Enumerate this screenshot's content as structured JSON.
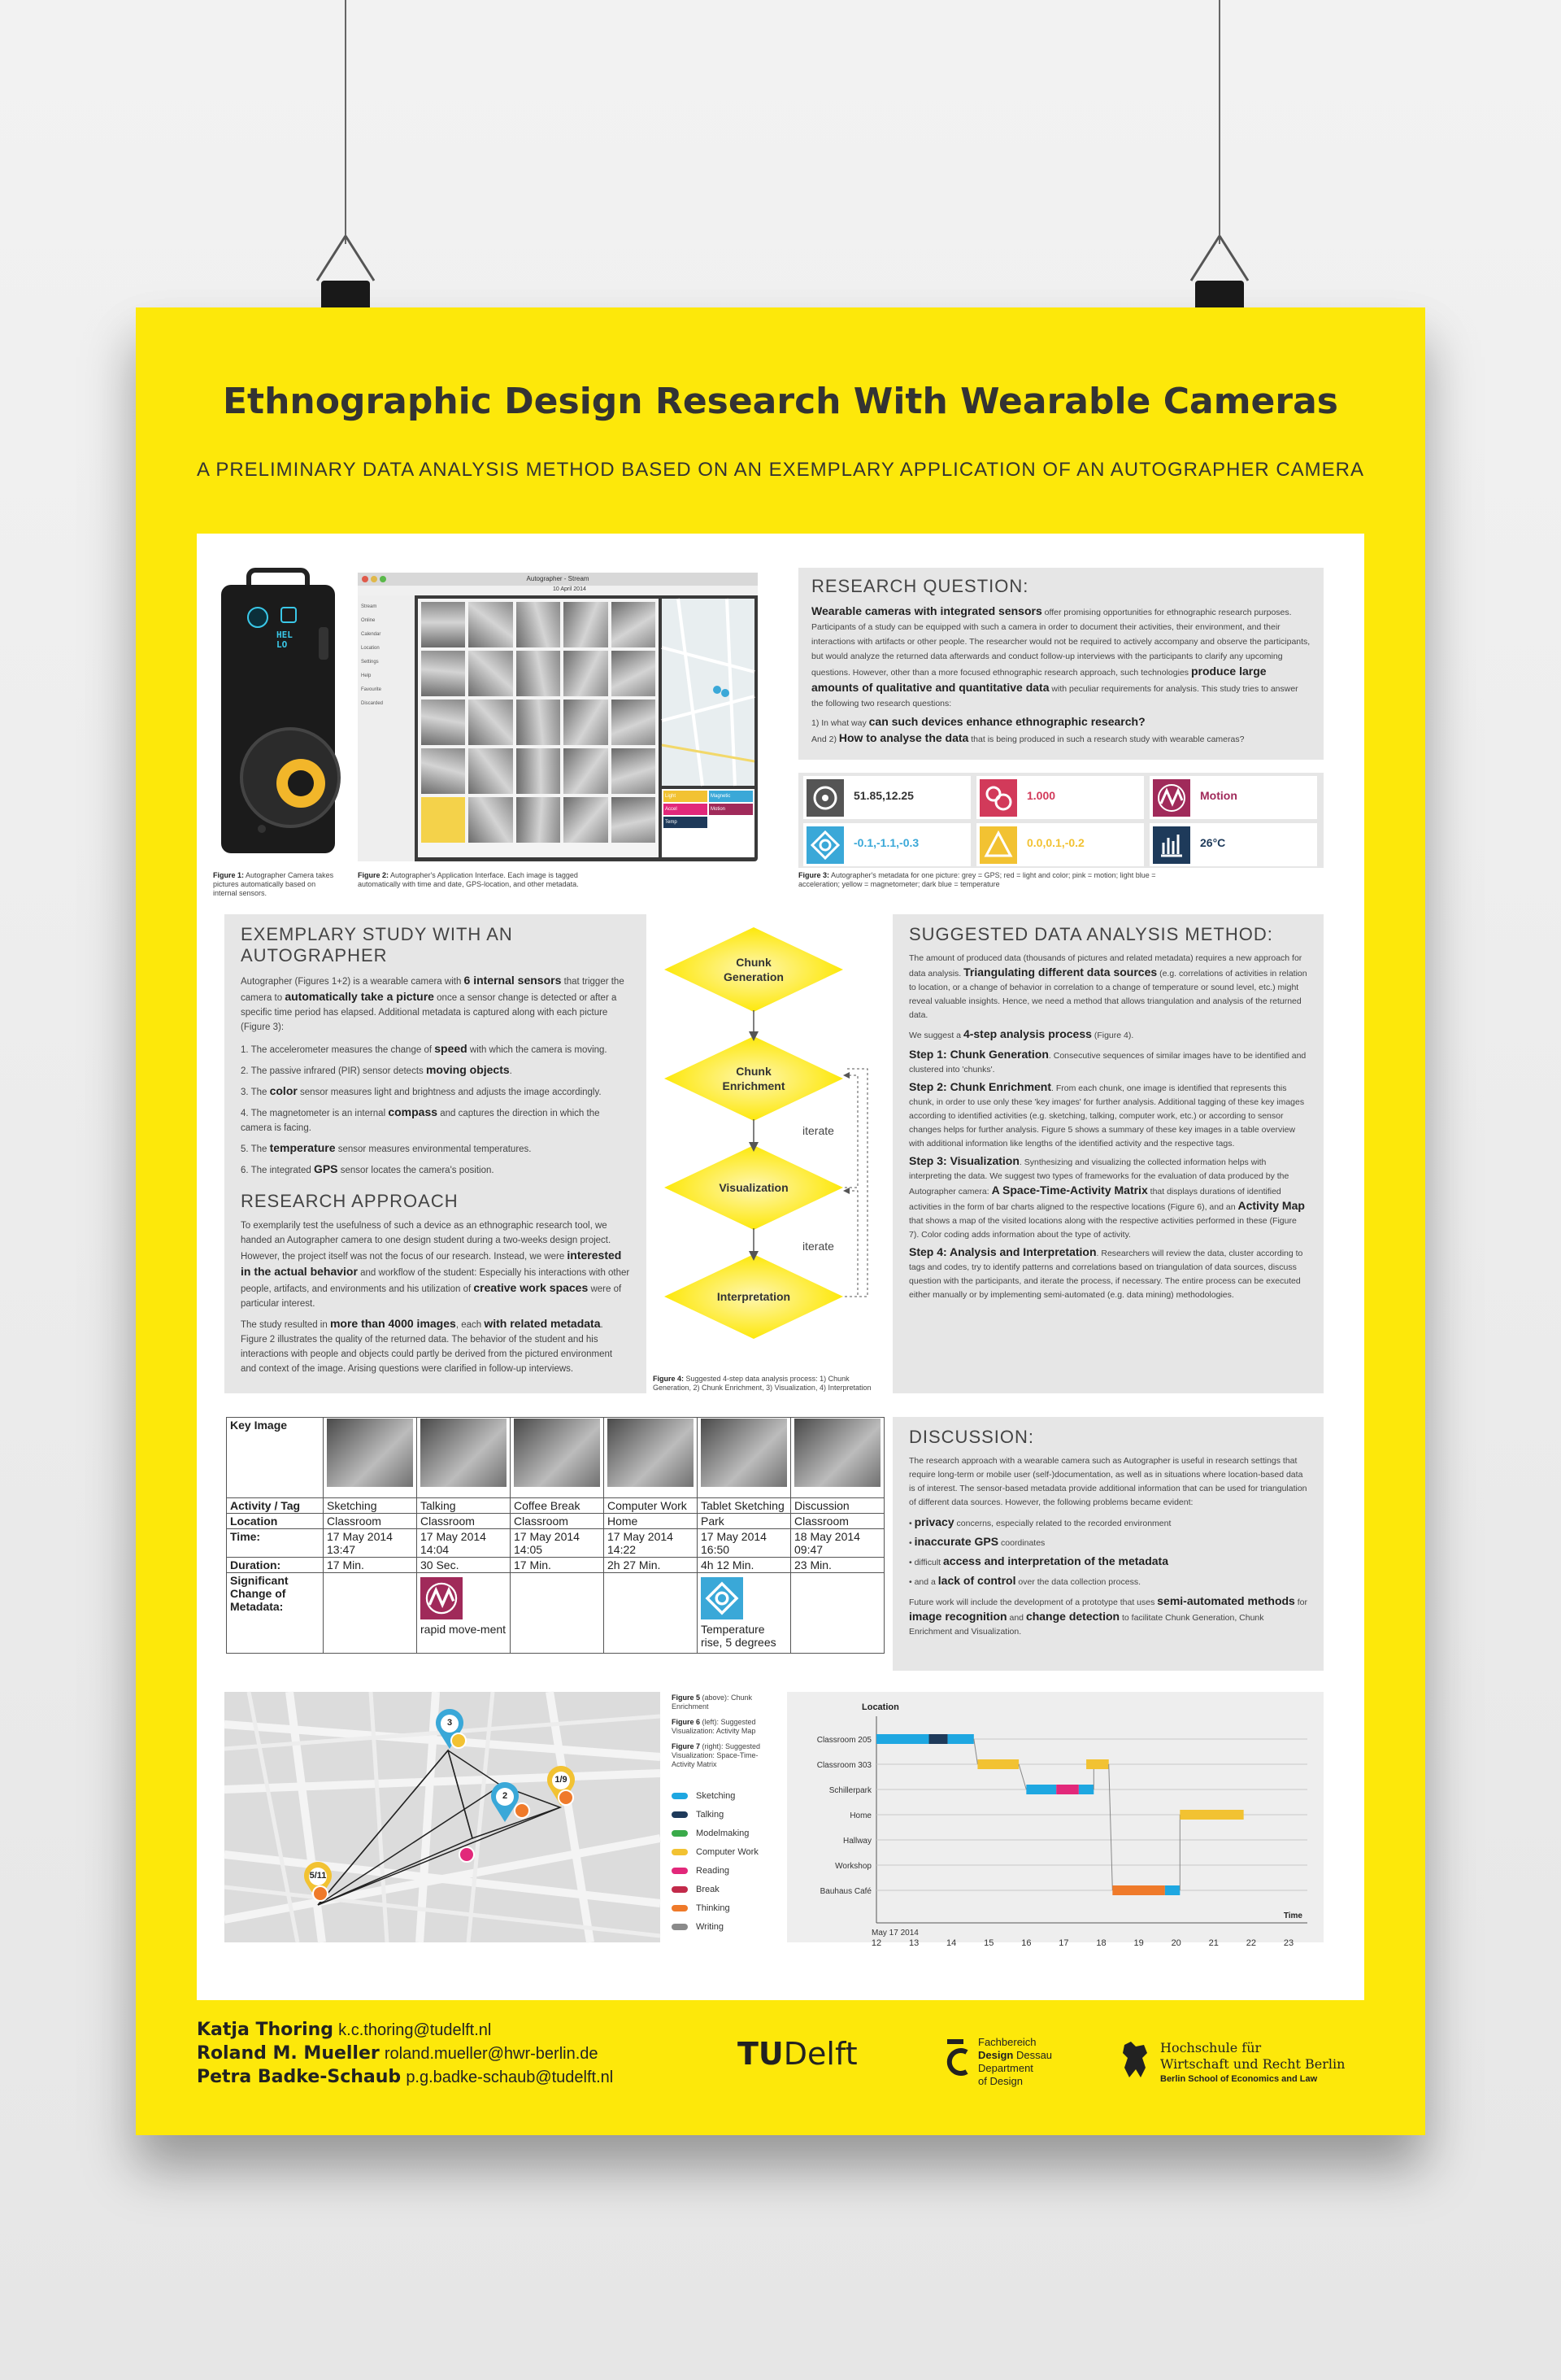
{
  "poster": {
    "title": "Ethnographic Design Research With Wearable Cameras",
    "subtitle": "A PRELIMINARY DATA ANALYSIS METHOD BASED ON AN EXEMPLARY APPLICATION OF AN AUTOGRAPHER CAMERA"
  },
  "fig1": {
    "caption_bold": "Figure 1:",
    "caption": " Autographer Camera takes pictures automatically based on internal sensors.",
    "device_text": "HEL LO"
  },
  "fig2": {
    "caption_bold": "Figure 2:",
    "caption": " Autographer's Application Interface. Each image is tagged automatically with time and date, GPS-location, and other metadata.",
    "window_title": "Autographer - Stream",
    "date_label": "10 April 2014",
    "sidebar": [
      "Stream",
      "Online",
      "Calendar",
      "Location",
      "Settings",
      "Help",
      "Favourite",
      "Discarded"
    ],
    "panel_rows": [
      "Light",
      "Magnetic",
      "Accel",
      "Motion",
      "Temp"
    ]
  },
  "research_question": {
    "heading": "RESEARCH QUESTION:",
    "p1_bold": "Wearable cameras with integrated sensors",
    "p1": " offer promising opportunities for ethnographic research purposes. Participants of a study can be equipped with such a camera in order to document their activities, their environment, and their interactions with artifacts or other people. The researcher would not be required to actively accompany and observe the participants, but would analyze the returned data afterwards and conduct follow-up interviews with the participants to clarify any upcoming questions. However, other than a more focused ethnographic research approach, such technologies ",
    "p1_bold2": "produce large amounts of qualitative and quantitative data",
    "p1_end": " with peculiar requirements for analysis. This study tries to answer the following two research questions:",
    "q1_pre": "1) In what way ",
    "q1_bold": "can such devices enhance ethnographic research?",
    "q2_pre": "And 2) ",
    "q2_bold": "How to analyse the data",
    "q2_end": " that is being produced in such a research study with wearable cameras?"
  },
  "metadata": {
    "items": [
      {
        "icon": "gps-icon",
        "value": "51.85,12.25",
        "color": "#555555"
      },
      {
        "icon": "light-icon",
        "value": "1.000",
        "color": "#d23a5a"
      },
      {
        "icon": "motion-icon",
        "value": "Motion",
        "color": "#a02a5a"
      },
      {
        "icon": "acceleration-icon",
        "value": "-0.1,-1.1,-0.3",
        "color": "#3aa8d8"
      },
      {
        "icon": "magnetometer-icon",
        "value": "0.0,0.1,-0.2",
        "color": "#f2c232"
      },
      {
        "icon": "temperature-icon",
        "value": "26°C",
        "color": "#1e3a5a"
      }
    ],
    "caption_bold": "Figure 3:",
    "caption": " Autographer's metadata for one picture: grey = GPS; red = light and color; pink = motion; light blue = acceleration; yellow = magnetometer; dark blue = temperature"
  },
  "study": {
    "heading": "EXEMPLARY STUDY WITH AN AUTOGRAPHER",
    "intro_a": "Autographer (Figures 1+2) is a wearable camera with ",
    "intro_b": "6 internal sensors",
    "intro_c": " that trigger the camera to ",
    "intro_d": "automatically take a picture",
    "intro_e": " once a sensor change is detected or after a specific time period has elapsed. Additional metadata is captured along with each picture (Figure 3):",
    "items": [
      {
        "pre": "1. The accelerometer measures the change of ",
        "bold": "speed",
        "post": " with which the camera is moving."
      },
      {
        "pre": "2. The passive infrared (PIR) sensor detects ",
        "bold": "moving objects",
        "post": "."
      },
      {
        "pre": "3. The ",
        "bold": "color",
        "post": " sensor measures light and brightness and adjusts the image accordingly."
      },
      {
        "pre": "4. The magnetometer is an internal ",
        "bold": "compass",
        "post": " and captures the direction in which the camera is facing."
      },
      {
        "pre": "5. The ",
        "bold": "temperature",
        "post": " sensor measures environmental temperatures."
      },
      {
        "pre": "6. The integrated ",
        "bold": "GPS",
        "post": " sensor locates the camera's position."
      }
    ]
  },
  "approach": {
    "heading": "RESEARCH APPROACH",
    "p1_a": "To exemplarily test the usefulness of such a device as an ethnographic research tool, we handed an Autographer camera to one design student during a two-weeks design project. However, the project itself was not the focus of our research. Instead, we were ",
    "p1_b": "interested in the actual behavior",
    "p1_c": " and workflow of the student: Especially his interactions with other people, artifacts, and environments and his utilization of ",
    "p1_d": "creative work spaces",
    "p1_e": " were of particular interest.",
    "p2_a": "The study resulted in ",
    "p2_b": "more than 4000 images",
    "p2_c": ", each ",
    "p2_d": "with related metadata",
    "p2_e": ". Figure 2 illustrates the quality of the returned data. The behavior of the student and his interactions with people and objects could partly be derived from the pictured environment and context of the image. Arising questions were clarified in follow-up interviews."
  },
  "process": {
    "steps": [
      "Chunk\nGeneration",
      "Chunk\nEnrichment",
      "Visualization",
      "Interpretation"
    ],
    "iterate_label": "iterate",
    "caption_bold": "Figure 4:",
    "caption": " Suggested 4-step data analysis process: 1) Chunk Generation, 2) Chunk Enrichment, 3) Visualization, 4) Interpretation"
  },
  "method": {
    "heading": "SUGGESTED DATA ANALYSIS METHOD:",
    "p1_a": "The amount of produced data (thousands of pictures and related metadata) requires a new approach for data analysis. ",
    "p1_b": "Triangulating different data sources",
    "p1_c": " (e.g. correlations of activities in relation to location, or a change of behavior in correlation to a change of temperature or sound level, etc.) might reveal valuable insights. Hence, we need a method that allows triangulation and analysis of the returned data.",
    "p2_a": "We suggest a ",
    "p2_b": "4-step analysis process",
    "p2_c": " (Figure 4).",
    "s1_b": "Step 1: Chunk Generation",
    "s1": ". Consecutive sequences of similar images have to be identified and clustered into 'chunks'.",
    "s2_b": "Step 2: Chunk Enrichment",
    "s2": ". From each chunk, one image is identified that represents this chunk, in order to use only these 'key images' for further analysis. Additional tagging of these key images according to identified activities (e.g. sketching, talking, computer work, etc.) or according to sensor changes helps for further analysis. Figure 5 shows a summary of these key images in a table overview with additional information like lengths of the identified activity and the respective tags.",
    "s3_b": "Step 3: Visualization",
    "s3_a": ". Synthesizing and visualizing the collected information helps with interpreting the data. We suggest two types of frameworks for the evaluation of data produced by the Autographer camera: ",
    "s3_b2": "A Space-Time-Activity Matrix",
    "s3_c": " that displays durations of identified activities in the form of bar charts aligned to the respective locations (Figure 6), and an ",
    "s3_b3": "Activity Map",
    "s3_d": " that shows a map of the visited locations along with the respective activities performed in these (Figure 7). Color coding adds information about the type of activity.",
    "s4_b": "Step 4: Analysis and Interpretation",
    "s4": ". Researchers will review the data, cluster according to tags and codes, try to identify patterns and correlations based on triangulation of data sources, discuss question with the participants, and iterate the process, if necessary. The entire process can be executed either manually or by implementing semi-automated (e.g. data mining) methodologies."
  },
  "key_table": {
    "headers": {
      "key_image": "Key Image",
      "activity": "Activity / Tag",
      "location": "Location",
      "time": "Time:",
      "duration": "Duration:",
      "significant": "Significant Change of Metadata:"
    },
    "columns": [
      {
        "activity": "Sketching",
        "location": "Classroom",
        "time": "17 May 2014 13:47",
        "duration": "17 Min.",
        "change": ""
      },
      {
        "activity": "Talking",
        "location": "Classroom",
        "time": "17 May 2014 14:04",
        "duration": "30 Sec.",
        "change": "rapid move-ment"
      },
      {
        "activity": "Coffee Break",
        "location": "Classroom",
        "time": "17 May 2014 14:05",
        "duration": "17 Min.",
        "change": ""
      },
      {
        "activity": "Computer Work",
        "location": "Home",
        "time": "17 May 2014 14:22",
        "duration": "2h 27 Min.",
        "change": ""
      },
      {
        "activity": "Tablet Sketching",
        "location": "Park",
        "time": "17 May 2014 16:50",
        "duration": "4h 12 Min.",
        "change": "Temperature rise, 5 degrees"
      },
      {
        "activity": "Discussion",
        "location": "Classroom",
        "time": "18 May 2014 09:47",
        "duration": "23 Min.",
        "change": ""
      }
    ]
  },
  "discussion": {
    "heading": "DISCUSSION:",
    "p1": "The research approach with a wearable camera such as Autographer is useful in research settings that require long-term or mobile user (self-)documentation, as well as in situations where location-based data is of interest. The sensor-based metadata provide additional information that can be used for triangulation of different data sources. However, the following problems became evident:",
    "bullets": [
      {
        "pre": "",
        "bold": "privacy",
        "post": " concerns, especially related to the recorded environment"
      },
      {
        "pre": "",
        "bold": "inaccurate GPS",
        "post": " coordinates"
      },
      {
        "pre": "difficult ",
        "bold": "access and interpretation of the metadata",
        "post": ""
      },
      {
        "pre": "and a ",
        "bold": "lack of control",
        "post": " over the data collection process."
      }
    ],
    "p2_a": "Future work will include the development of a prototype that uses ",
    "p2_b": "semi-automated methods",
    "p2_c": " for ",
    "p2_d": "image recognition",
    "p2_e": " and ",
    "p2_f": "change detection",
    "p2_g": " to facilitate Chunk Generation, Chunk Enrichment and Visualization."
  },
  "figs567": {
    "fig5_bold": "Figure 5",
    "fig5": " (above): Chunk Enrichment",
    "fig6_bold": "Figure 6",
    "fig6": " (left): Suggested Visualization: Activity Map",
    "fig7_bold": "Figure 7",
    "fig7": " (right): Suggested Visualization: Space-Time-Activity Matrix"
  },
  "map": {
    "pins": [
      {
        "label": "3",
        "color": "#3aa8d8"
      },
      {
        "label": "1/9",
        "color": "#f2c232"
      },
      {
        "label": "2",
        "color": "#3aa8d8"
      },
      {
        "label": "5/11",
        "color": "#f2c232"
      }
    ]
  },
  "legend": [
    {
      "label": "Sketching",
      "color": "#1ea7e1"
    },
    {
      "label": "Talking",
      "color": "#1e3a5a"
    },
    {
      "label": "Modelmaking",
      "color": "#3aaa4a"
    },
    {
      "label": "Computer Work",
      "color": "#f2c232"
    },
    {
      "label": "Reading",
      "color": "#e2287a"
    },
    {
      "label": "Break",
      "color": "#c22a4a"
    },
    {
      "label": "Thinking",
      "color": "#ef7a2a"
    },
    {
      "label": "Writing",
      "color": "#8a8a8a"
    }
  ],
  "chart_data": {
    "type": "bar",
    "title": "",
    "ylabel": "Location",
    "xlabel": "Time",
    "date_label": "May 17 2014",
    "categories": [
      "Classroom 205",
      "Classroom 303",
      "Schillerpark",
      "Home",
      "Hallway",
      "Workshop",
      "Bauhaus Café"
    ],
    "x_ticks": [
      12,
      13,
      14,
      15,
      16,
      17,
      18,
      19,
      20,
      21,
      22,
      23
    ],
    "xlim": [
      12,
      23.5
    ],
    "segments": [
      {
        "location": "Classroom 205",
        "start": 12.0,
        "end": 13.4,
        "activity": "Sketching",
        "color": "#1ea7e1"
      },
      {
        "location": "Classroom 205",
        "start": 13.4,
        "end": 13.9,
        "activity": "Talking",
        "color": "#1e3a5a"
      },
      {
        "location": "Classroom 205",
        "start": 13.9,
        "end": 14.6,
        "activity": "Sketching",
        "color": "#1ea7e1"
      },
      {
        "location": "Classroom 303",
        "start": 14.7,
        "end": 15.8,
        "activity": "Computer Work",
        "color": "#f2c232"
      },
      {
        "location": "Schillerpark",
        "start": 16.0,
        "end": 16.8,
        "activity": "Sketching",
        "color": "#1ea7e1"
      },
      {
        "location": "Schillerpark",
        "start": 16.8,
        "end": 17.4,
        "activity": "Reading",
        "color": "#e2287a"
      },
      {
        "location": "Schillerpark",
        "start": 17.4,
        "end": 17.8,
        "activity": "Sketching",
        "color": "#1ea7e1"
      },
      {
        "location": "Classroom 303",
        "start": 17.6,
        "end": 18.2,
        "activity": "Computer Work",
        "color": "#f2c232"
      },
      {
        "location": "Bauhaus Café",
        "start": 18.3,
        "end": 19.7,
        "activity": "Thinking",
        "color": "#ef7a2a"
      },
      {
        "location": "Bauhaus Café",
        "start": 19.7,
        "end": 20.1,
        "activity": "Sketching",
        "color": "#1ea7e1"
      },
      {
        "location": "Home",
        "start": 20.1,
        "end": 21.8,
        "activity": "Computer Work",
        "color": "#f2c232"
      }
    ],
    "grid": true
  },
  "authors": [
    {
      "name": "Katja Thoring",
      "email": "k.c.thoring@tudelft.nl"
    },
    {
      "name": "Roland M. Mueller",
      "email": "roland.mueller@hwr-berlin.de"
    },
    {
      "name": "Petra Badke-Schaub",
      "email": "p.g.badke-schaub@tudelft.nl"
    }
  ],
  "logos": {
    "tudelft_a": "TU",
    "tudelft_b": "Delft",
    "dessau_l1_a": "Fachbereich",
    "dessau_l2_b": "Design",
    "dessau_l2_c": " Dessau",
    "dessau_l3": "Department",
    "dessau_l4": "of Design",
    "hwr_l1": "Hochschule für",
    "hwr_l2": "Wirtschaft und Recht Berlin",
    "hwr_l3": "Berlin School of Economics and Law"
  }
}
